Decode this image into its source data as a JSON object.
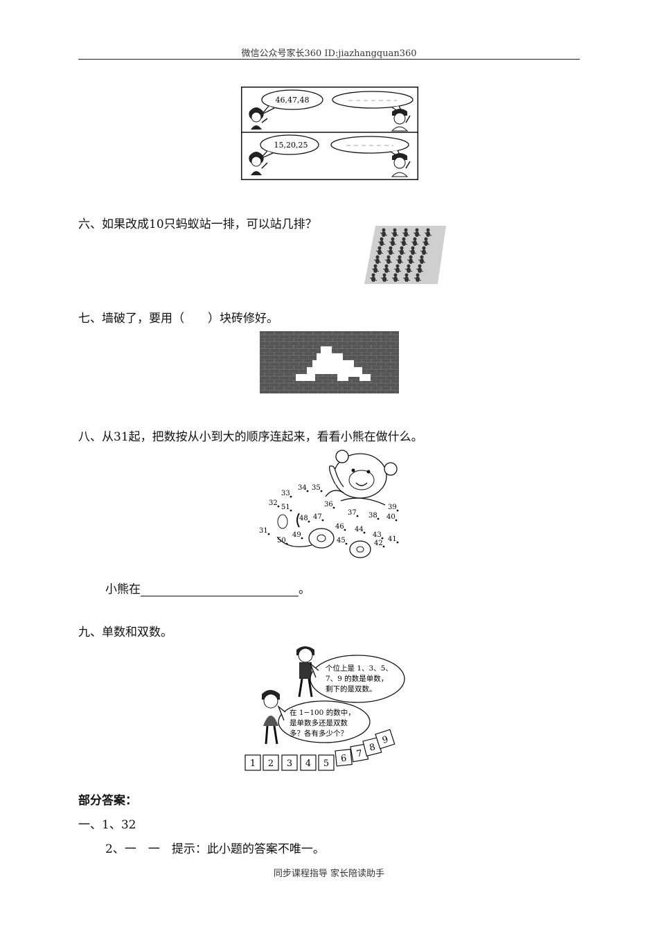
{
  "header": "微信公众号家长360 ID:jiazhangquan360",
  "comic": {
    "row1_numbers": "46,47,48",
    "row2_numbers": "15,20,25"
  },
  "q6": {
    "text": "六、如果改成10只蚂蚁站一排，可以站几排？"
  },
  "q7": {
    "text": "七、墙破了，要用（　　）块砖修好。"
  },
  "q8": {
    "text": "八、从31起，把数按从小到大的顺序连起来，看看小熊在做什么。",
    "dots": [
      "31",
      "32",
      "33",
      "34",
      "35",
      "36",
      "37",
      "38",
      "39",
      "40",
      "41",
      "42",
      "43",
      "44",
      "45",
      "46",
      "47",
      "48",
      "49",
      "50",
      "51"
    ],
    "answer_prefix": "小熊在",
    "answer_suffix": "。"
  },
  "q9": {
    "text": "九、单数和双数。",
    "boy_bubble": [
      "个位上是 1、3、5、",
      "7、9 的数是单数，",
      "剩下的是双数。"
    ],
    "girl_bubble": [
      "在 1−100 的数中，",
      "是单数多还是双数",
      "多？各有多少个？"
    ],
    "cards": [
      "1",
      "2",
      "3",
      "4",
      "5",
      "6",
      "7",
      "8",
      "9"
    ]
  },
  "answers": {
    "title": "部分答案：",
    "line1": "一、1、32",
    "line2": "2、一　一　提示：此小题的答案不唯一。"
  },
  "footer": "同步课程指导 家长陪读助手"
}
